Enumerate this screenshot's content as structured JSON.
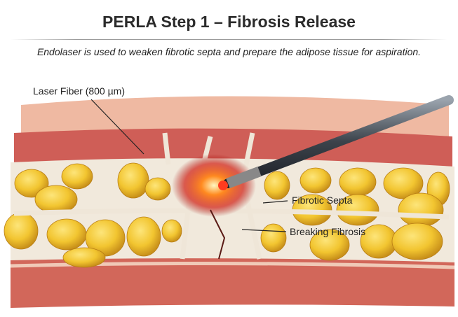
{
  "header": {
    "title": "PERLA Step 1 – Fibrosis Release",
    "subtitle": "Endolaser is used to weaken fibrotic septa and prepare the adipose tissue for aspiration."
  },
  "labels": {
    "laser_fiber": "Laser Fiber (800 µm)",
    "fibrotic_septa": "Fibrotic Septa",
    "breaking_fibrosis": "Breaking Fibrosis"
  },
  "colors": {
    "epidermis": "#efb9a2",
    "dermis": "#cf5e57",
    "fat": "#f2c530",
    "septa": "#f1e9dc",
    "muscle": "#d2675a",
    "laser": "#ff3b1f"
  }
}
